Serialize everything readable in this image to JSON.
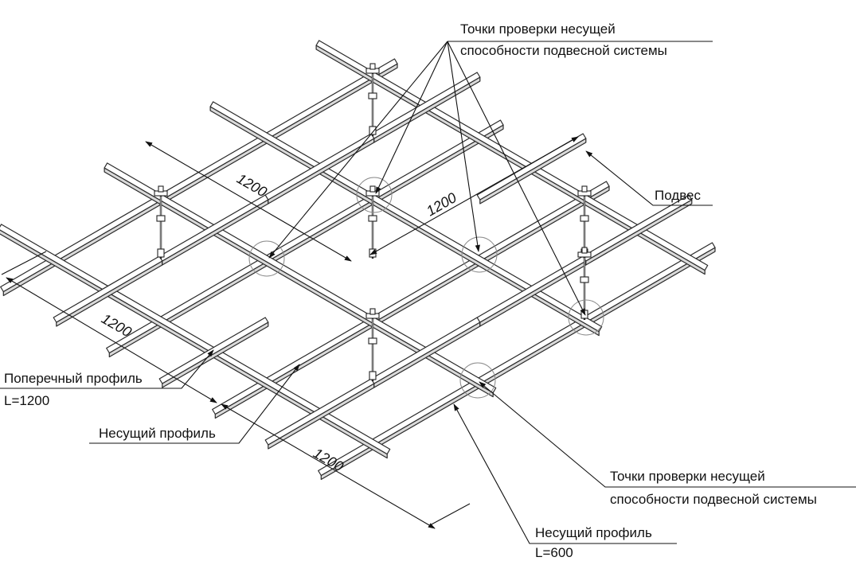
{
  "labels": {
    "check_points_top": [
      "Точки проверки несущей",
      "способности подвесной системы"
    ],
    "hanger": "Подвес",
    "cross_profile": "Поперечный профиль",
    "cross_profile_length": "L=1200",
    "main_profile": "Несущий профиль",
    "check_points_bottom": [
      "Точки проверки несущей",
      "способности подвесной системы"
    ],
    "main_profile_short": "Несущий профиль",
    "main_profile_short_length": "L=600"
  },
  "dimensions": {
    "hanger_spacing_left": "1200",
    "hanger_spacing_right": "1200",
    "grid_left": "1200",
    "grid_bottom": "1200"
  }
}
